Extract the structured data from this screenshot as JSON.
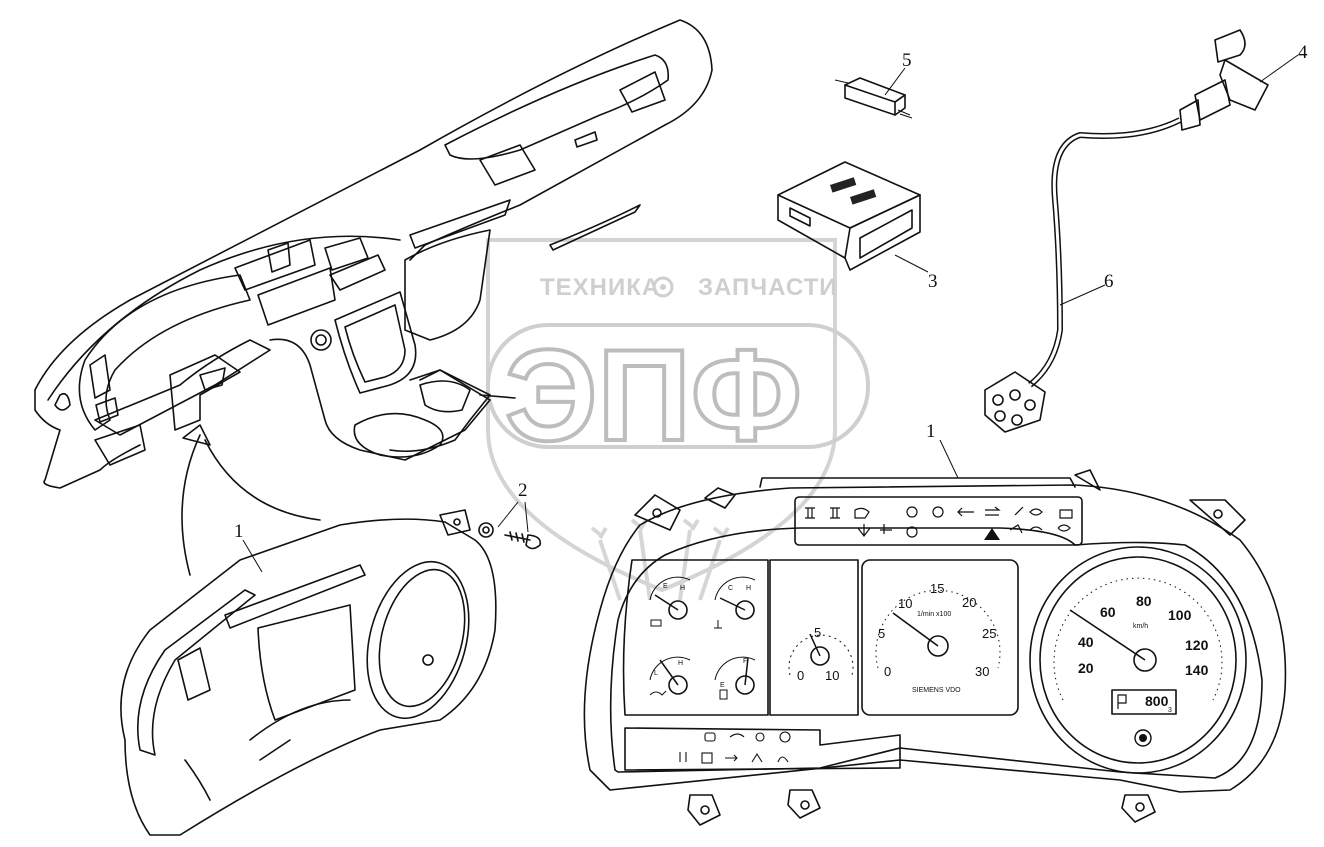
{
  "watermark": {
    "brand_left": "ТЕХНИКА",
    "brand_right": "ЗАПЧАСТИ",
    "logo_text": "ЭПФ"
  },
  "callouts": {
    "c1_top": "1",
    "c1_left": "1",
    "c2": "2",
    "c3": "3",
    "c4": "4",
    "c5": "5",
    "c6": "6"
  },
  "tachometer": {
    "ticks": [
      "0",
      "5",
      "10",
      "15",
      "20",
      "25",
      "30"
    ],
    "unit": "1/min x100",
    "brand": "SIEMENS VDO"
  },
  "speedometer": {
    "ticks": [
      "20",
      "40",
      "60",
      "80",
      "100",
      "120",
      "140"
    ],
    "unit": "km/h",
    "odometer": "800",
    "trip_digit": "3"
  },
  "small_gauge": {
    "ticks": [
      "0",
      "5",
      "10"
    ]
  },
  "fuel_gauges": {
    "top_left": [
      "E",
      "H"
    ],
    "top_right": [
      "C",
      "H"
    ],
    "bottom_left": [
      "L",
      "H"
    ],
    "bottom_right": [
      "E",
      "F"
    ]
  }
}
